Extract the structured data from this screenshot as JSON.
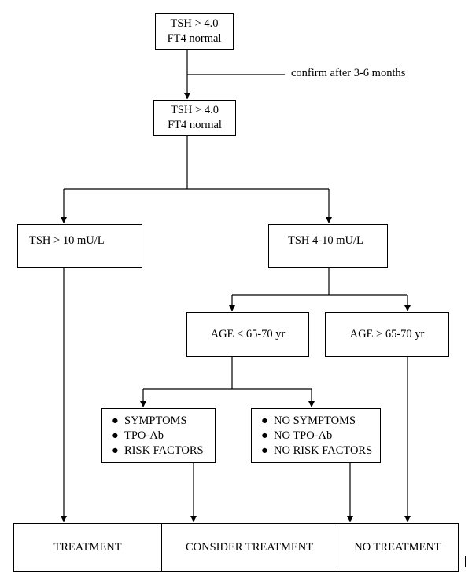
{
  "nodes": {
    "start": {
      "line1": "TSH > 4.0",
      "line2": "FT4 normal"
    },
    "confirm_note": "confirm after 3-6 months",
    "confirmed": {
      "line1": "TSH > 4.0",
      "line2": "FT4 normal"
    },
    "tsh_high": "TSH > 10 mU/L",
    "tsh_mid": "TSH 4-10 mU/L",
    "age_young": "AGE < 65-70 yr",
    "age_old": "AGE > 65-70 yr",
    "with_factors": {
      "bullet": "●",
      "items": [
        "SYMPTOMS",
        "TPO-Ab",
        "RISK FACTORS"
      ]
    },
    "no_factors": {
      "bullet": "●",
      "items": [
        "NO SYMPTOMS",
        "NO TPO-Ab",
        "NO RISK  FACTORS"
      ]
    }
  },
  "outcomes": [
    "TREATMENT",
    "CONSIDER TREATMENT",
    "NO TREATMENT"
  ]
}
